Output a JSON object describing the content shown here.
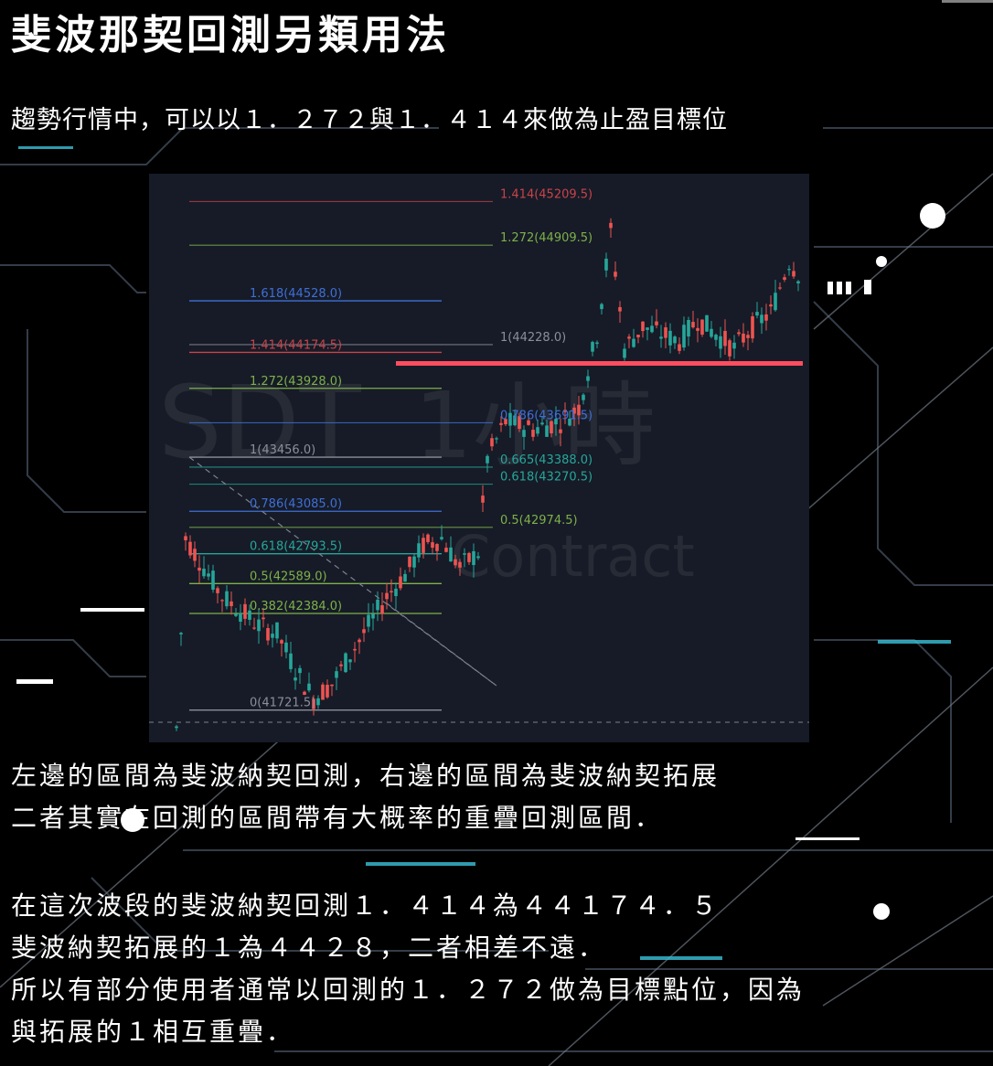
{
  "header": {
    "title": "斐波那契回測另類用法",
    "subtitle": "趨勢行情中，可以以１．２７２與１．４１４來做為止盈目標位"
  },
  "chart_data": {
    "type": "candlestick",
    "watermark_text": [
      "SDT",
      "1小時",
      "Contract"
    ],
    "ylim": [
      41500,
      45400
    ],
    "retracement_levels": [
      {
        "label": "1.618(44528.0)",
        "ratio": 1.618,
        "value": 44528.0,
        "color": "#3f6fd6"
      },
      {
        "label": "1.414(44174.5)",
        "ratio": 1.414,
        "value": 44174.5,
        "color": "#c9434a"
      },
      {
        "label": "1.272(43928.0)",
        "ratio": 1.272,
        "value": 43928.0,
        "color": "#7fb04a"
      },
      {
        "label": "1(43456.0)",
        "ratio": 1,
        "value": 43456.0,
        "color": "#8a8f9a"
      },
      {
        "label": "0.786(43085.0)",
        "ratio": 0.786,
        "value": 43085.0,
        "color": "#3f6fd6"
      },
      {
        "label": "0.618(42793.5)",
        "ratio": 0.618,
        "value": 42793.5,
        "color": "#27a69a"
      },
      {
        "label": "0.5(42589.0)",
        "ratio": 0.5,
        "value": 42589.0,
        "color": "#7fb04a"
      },
      {
        "label": "0.382(42384.0)",
        "ratio": 0.382,
        "value": 42384.0,
        "color": "#7fb04a"
      },
      {
        "label": "0(41721.5)",
        "ratio": 0,
        "value": 41721.5,
        "color": "#8a8f9a"
      }
    ],
    "extension_levels": [
      {
        "label": "1.414(45209.5)",
        "ratio": 1.414,
        "value": 45209.5,
        "color": "#c9434a"
      },
      {
        "label": "1.272(44909.5)",
        "ratio": 1.272,
        "value": 44909.5,
        "color": "#7fb04a"
      },
      {
        "label": "1(44228.0)",
        "ratio": 1,
        "value": 44228.0,
        "color": "#8a8f9a"
      },
      {
        "label": "0.786(43691.5)",
        "ratio": 0.786,
        "value": 43691.5,
        "color": "#3f6fd6"
      },
      {
        "label": "0.665(43388.0)",
        "ratio": 0.665,
        "value": 43388.0,
        "color": "#27a69a"
      },
      {
        "label": "0.618(43270.5)",
        "ratio": 0.618,
        "value": 43270.5,
        "color": "#27a69a"
      },
      {
        "label": "0.5(42974.5)",
        "ratio": 0.5,
        "value": 42974.5,
        "color": "#7fb04a"
      }
    ],
    "highlight_level": {
      "value": 44174.5,
      "color": "#ff4d5e"
    },
    "candle_colors": {
      "up": "#26a69a",
      "down": "#ef5350"
    }
  },
  "body": {
    "para1": [
      "左邊的區間為斐波納契回測，右邊的區間為斐波納契拓展",
      "二者其實在回測的區間帶有大概率的重疊回測區間．"
    ],
    "para2": [
      "在這次波段的斐波納契回測１．４１４為４４１７４．５",
      "斐波納契拓展的１為４４２８，二者相差不遠．",
      "所以有部分使用者通常以回測的１．２７２做為目標點位，因為",
      "與拓展的１相互重疊．"
    ]
  }
}
